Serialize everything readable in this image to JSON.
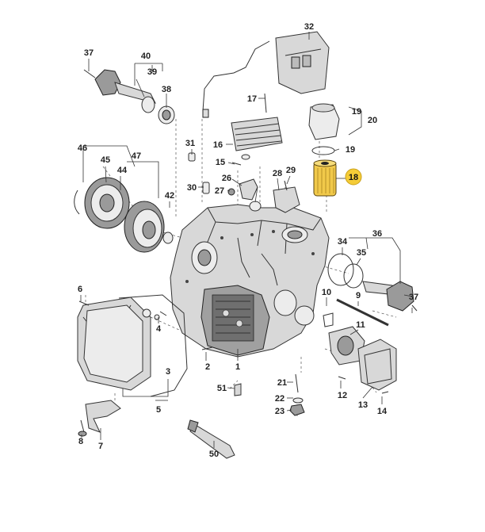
{
  "diagram": {
    "highlight_color": "#f5cc37",
    "line_color": "#333333",
    "part_color": "#d8d8d8",
    "filter_color": "#f1c94a",
    "callouts": [
      {
        "id": "c1",
        "label": "1"
      },
      {
        "id": "c2",
        "label": "2"
      },
      {
        "id": "c3",
        "label": "3"
      },
      {
        "id": "c4",
        "label": "4"
      },
      {
        "id": "c5",
        "label": "5"
      },
      {
        "id": "c6",
        "label": "6"
      },
      {
        "id": "c7",
        "label": "7"
      },
      {
        "id": "c8",
        "label": "8"
      },
      {
        "id": "c9",
        "label": "9"
      },
      {
        "id": "c10",
        "label": "10"
      },
      {
        "id": "c11",
        "label": "11"
      },
      {
        "id": "c12",
        "label": "12"
      },
      {
        "id": "c13",
        "label": "13"
      },
      {
        "id": "c14",
        "label": "14"
      },
      {
        "id": "c15",
        "label": "15"
      },
      {
        "id": "c16",
        "label": "16"
      },
      {
        "id": "c17",
        "label": "17"
      },
      {
        "id": "c18",
        "label": "18",
        "highlighted": true
      },
      {
        "id": "c19a",
        "label": "19"
      },
      {
        "id": "c19b",
        "label": "19"
      },
      {
        "id": "c20",
        "label": "20"
      },
      {
        "id": "c21",
        "label": "21"
      },
      {
        "id": "c22",
        "label": "22"
      },
      {
        "id": "c23",
        "label": "23"
      },
      {
        "id": "c26",
        "label": "26"
      },
      {
        "id": "c27",
        "label": "27"
      },
      {
        "id": "c28",
        "label": "28"
      },
      {
        "id": "c29",
        "label": "29"
      },
      {
        "id": "c30",
        "label": "30"
      },
      {
        "id": "c31",
        "label": "31"
      },
      {
        "id": "c32",
        "label": "32"
      },
      {
        "id": "c34",
        "label": "34"
      },
      {
        "id": "c35",
        "label": "35"
      },
      {
        "id": "c36",
        "label": "36"
      },
      {
        "id": "c37a",
        "label": "37"
      },
      {
        "id": "c37b",
        "label": "37"
      },
      {
        "id": "c38",
        "label": "38"
      },
      {
        "id": "c39",
        "label": "39"
      },
      {
        "id": "c40",
        "label": "40"
      },
      {
        "id": "c42",
        "label": "42"
      },
      {
        "id": "c44",
        "label": "44"
      },
      {
        "id": "c45",
        "label": "45"
      },
      {
        "id": "c46",
        "label": "46"
      },
      {
        "id": "c47",
        "label": "47"
      },
      {
        "id": "c50",
        "label": "50"
      },
      {
        "id": "c51",
        "label": "51"
      }
    ]
  }
}
